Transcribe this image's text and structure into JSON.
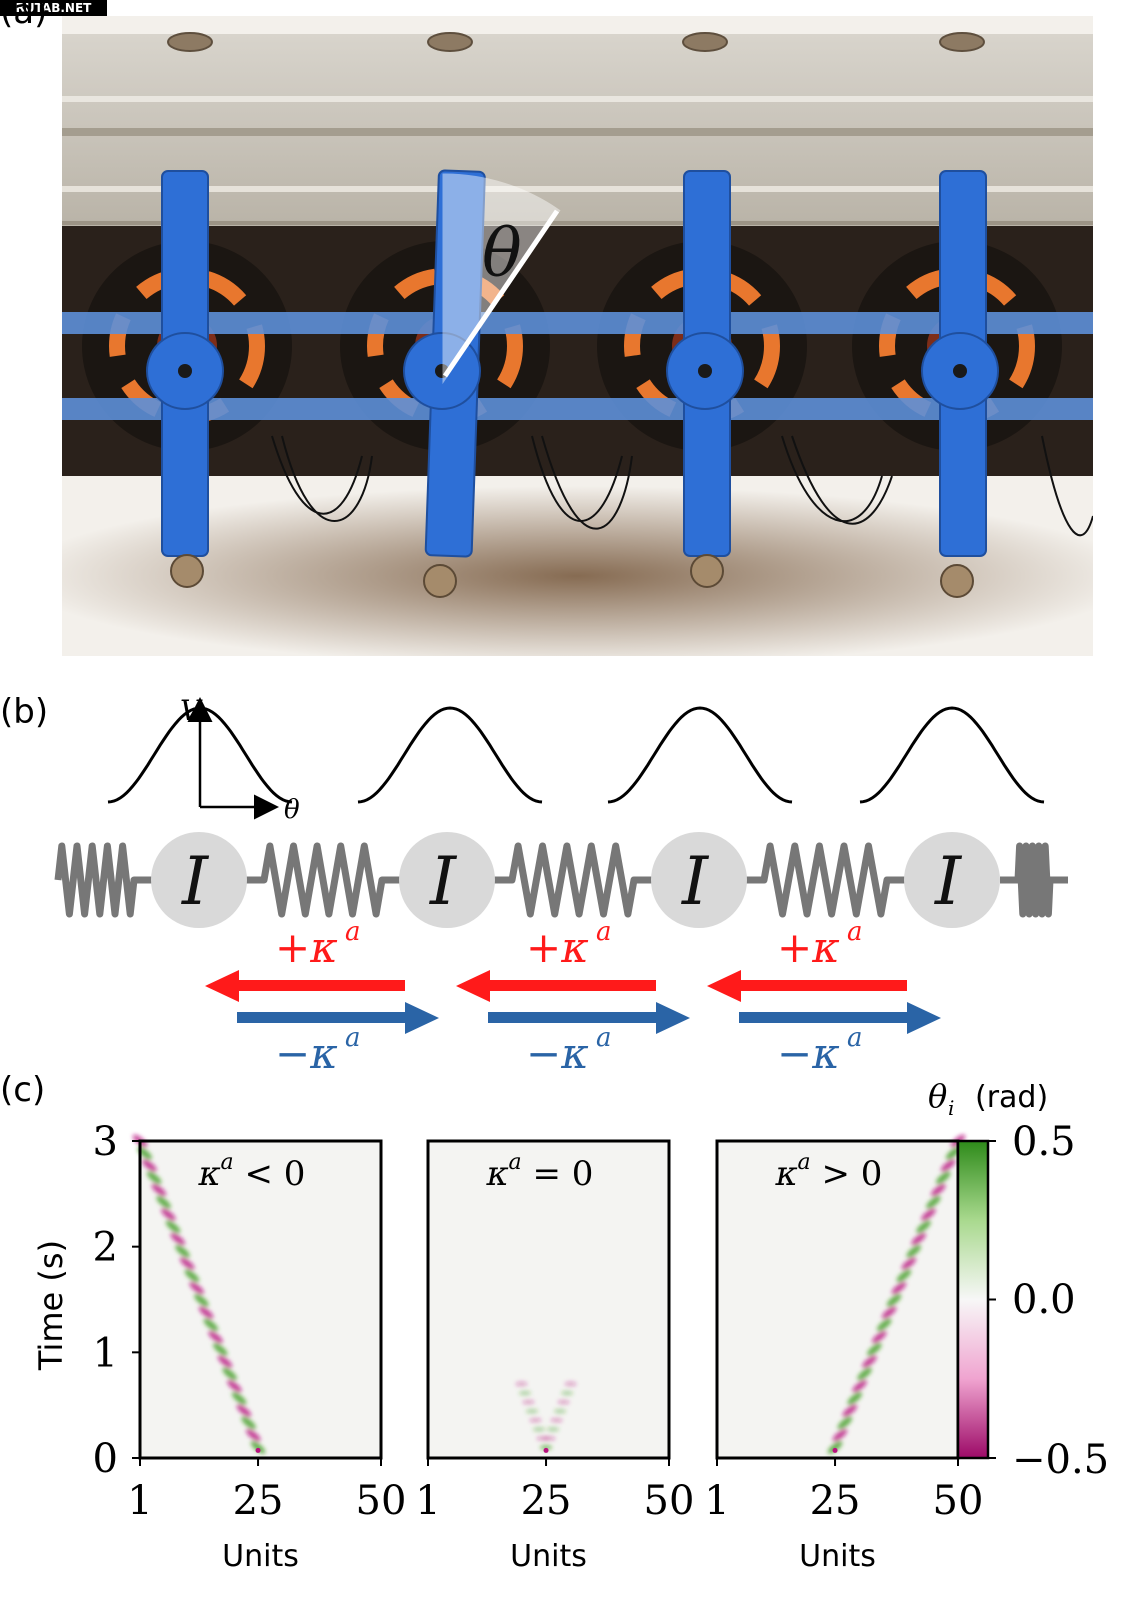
{
  "watermark": "RUTAB.NET",
  "panels": {
    "a": {
      "label": "(a)",
      "angle_symbol": "θ"
    },
    "b": {
      "label": "(b)",
      "potential_axis_y": "V",
      "potential_axis_x": "θ",
      "mass_symbol": "I",
      "plus_label": "+κ",
      "minus_label": "−κ",
      "superscript": "a"
    },
    "c": {
      "label": "(c)"
    }
  },
  "colors": {
    "red": "#ff1a1a",
    "blue": "#2a64a6",
    "blue_part": "#2e6fd6",
    "spring": "#777777",
    "mass": "#d9d9d9",
    "green": "#3a9a1a",
    "magenta": "#b8127e"
  },
  "chart_data": [
    {
      "type": "heatmap",
      "title": "κ^a < 0",
      "title_main": "κ",
      "title_sup": "a",
      "title_rel": "< 0",
      "xlabel": "Units",
      "ylabel": "Time (s)",
      "xticks": [
        "1",
        "25",
        "50"
      ],
      "yticks": [
        "0",
        "1",
        "2",
        "3"
      ],
      "xlim": [
        1,
        50
      ],
      "ylim": [
        0,
        3
      ],
      "wave": {
        "start_unit": 25,
        "end_unit": 1,
        "start_time": 0.1,
        "end_time": 3.0
      }
    },
    {
      "type": "heatmap",
      "title": "κ^a = 0",
      "title_main": "κ",
      "title_sup": "a",
      "title_rel": "= 0",
      "xlabel": "Units",
      "xticks": [
        "1",
        "25",
        "50"
      ],
      "xlim": [
        1,
        50
      ],
      "ylim": [
        0,
        3
      ],
      "wave": {
        "start_unit": 25,
        "spread_units": 5,
        "start_time": 0.1,
        "end_time": 0.7
      }
    },
    {
      "type": "heatmap",
      "title": "κ^a > 0",
      "title_main": "κ",
      "title_sup": "a",
      "title_rel": "> 0",
      "xlabel": "Units",
      "xticks": [
        "1",
        "25",
        "50"
      ],
      "xlim": [
        1,
        50
      ],
      "ylim": [
        0,
        3
      ],
      "wave": {
        "start_unit": 25,
        "end_unit": 50,
        "start_time": 0.1,
        "end_time": 3.0
      }
    }
  ],
  "colorbar": {
    "label_main": "θ",
    "label_sub": "i",
    "label_unit": "(rad)",
    "ticks": [
      "0.5",
      "0.0",
      "−0.5"
    ],
    "range": [
      -0.5,
      0.5
    ]
  }
}
